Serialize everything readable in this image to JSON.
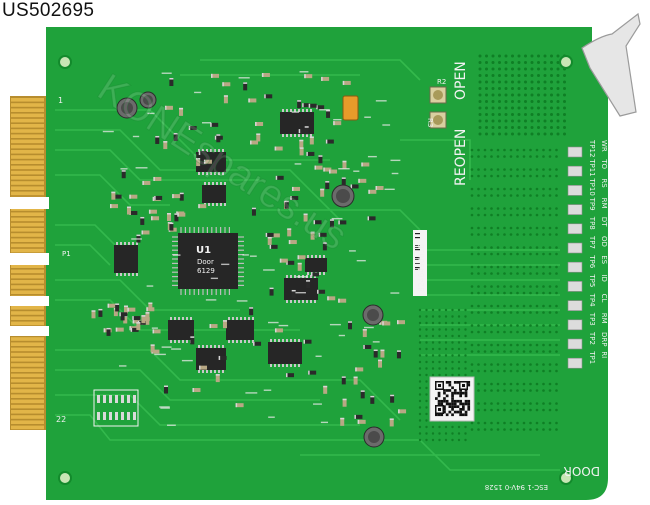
{
  "part_number": "US502695",
  "board": {
    "labels": {
      "reopen": "REOPEN",
      "open": "OPEN",
      "door": "DOOR",
      "fab_mark": "ESC-1 94V-0 1528",
      "pin1": "1",
      "pin22": "22",
      "p1": "P1",
      "barcode": "8246490010",
      "chip_ref": "U1",
      "chip_line1": "Door",
      "chip_line2": "6129",
      "r2": "R2",
      "r3": "R3",
      "watermark": "KONEspares.us"
    },
    "connector_labels": [
      "TP12",
      "TP11",
      "TP10",
      "TP9",
      "TP8",
      "TP7",
      "TP6",
      "TP5",
      "TP4",
      "TP3",
      "TP2",
      "TP1"
    ],
    "connector_signals": [
      "WR",
      "TO",
      "RS",
      "RM",
      "DT",
      "OD",
      "ES",
      "ID",
      "CL",
      "RM",
      "DRP",
      "RI"
    ],
    "colors": {
      "pcb": "#1fa23b",
      "pcb_dark": "#15862d",
      "trace": "#33b74c",
      "gold": "#d3a43a",
      "silkscreen": "#f2f2f2"
    }
  }
}
